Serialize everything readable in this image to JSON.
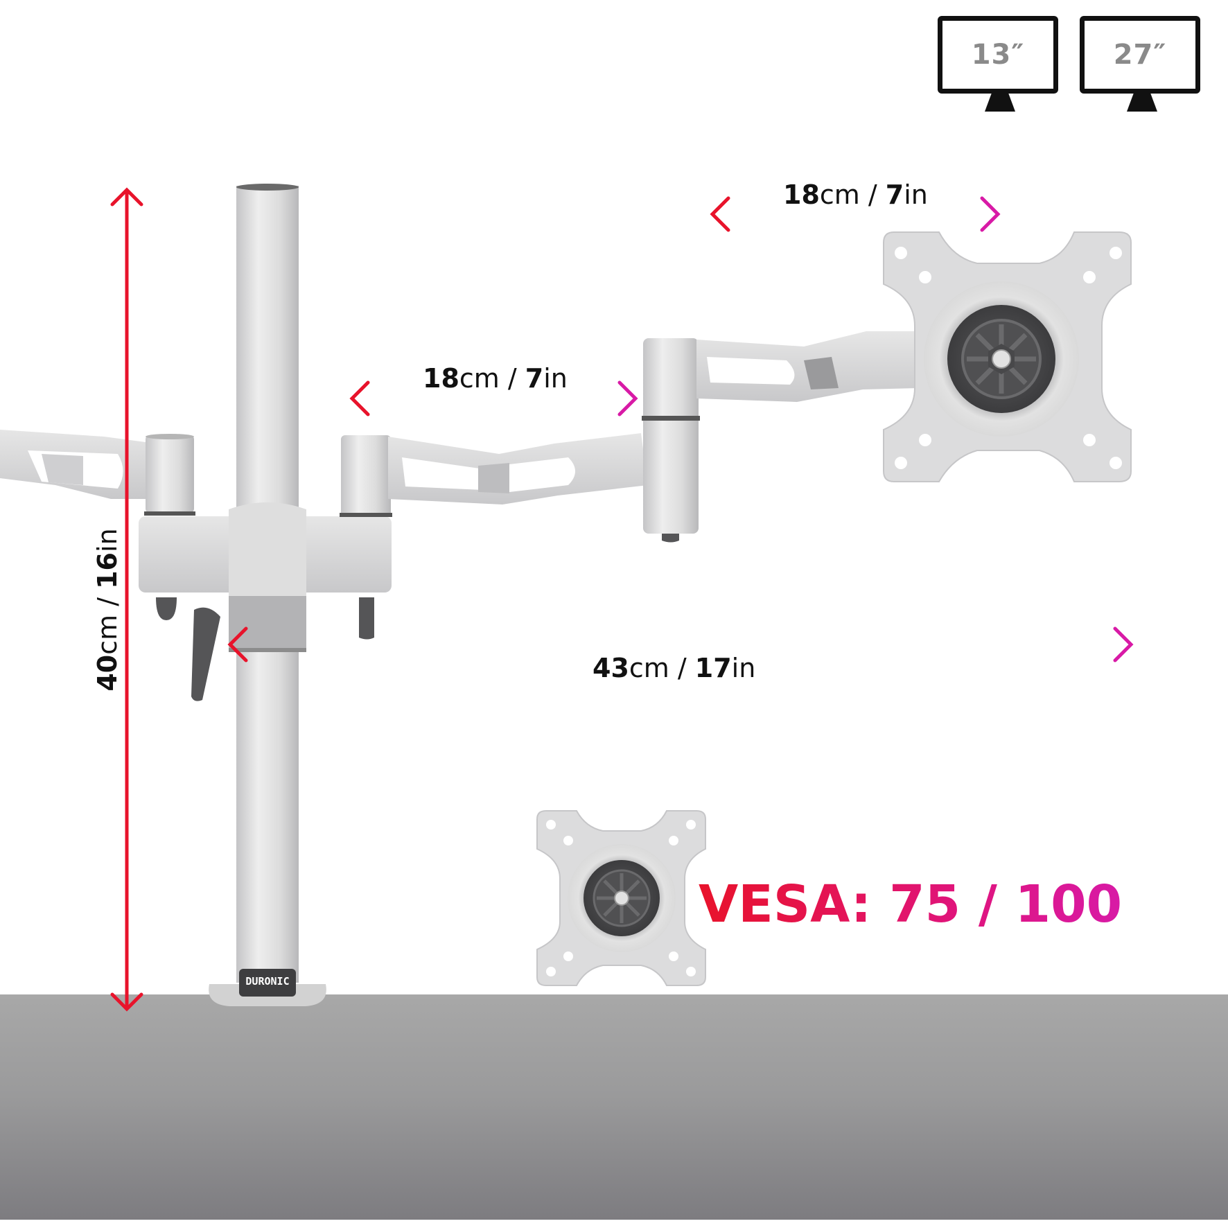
{
  "monitor_sizes": [
    {
      "label": "13″"
    },
    {
      "label": "27″"
    }
  ],
  "dimensions": {
    "height": {
      "value_cm": "40",
      "unit_cm": "cm",
      "sep": " / ",
      "value_in": "16",
      "unit_in": "in"
    },
    "arm_upper": {
      "value_cm": "18",
      "unit_cm": "cm",
      "sep": " / ",
      "value_in": "7",
      "unit_in": "in"
    },
    "arm_lower": {
      "value_cm": "18",
      "unit_cm": "cm",
      "sep": " / ",
      "value_in": "7",
      "unit_in": "in"
    },
    "reach": {
      "value_cm": "43",
      "unit_cm": "cm",
      "sep": " / ",
      "value_in": "17",
      "unit_in": "in"
    }
  },
  "vesa": {
    "label": "VESA: 75 / 100"
  },
  "brand": {
    "logo_text": "DURONIC"
  },
  "colors": {
    "arrow_start": "#e8132b",
    "arrow_end": "#d81aa6",
    "metal": "#d9d9d9",
    "metal_shadow": "#a9a9a9",
    "dark_plastic": "#4a4a4c",
    "floor_top": "#a8a8a8",
    "floor_bottom": "#7d7c80"
  }
}
